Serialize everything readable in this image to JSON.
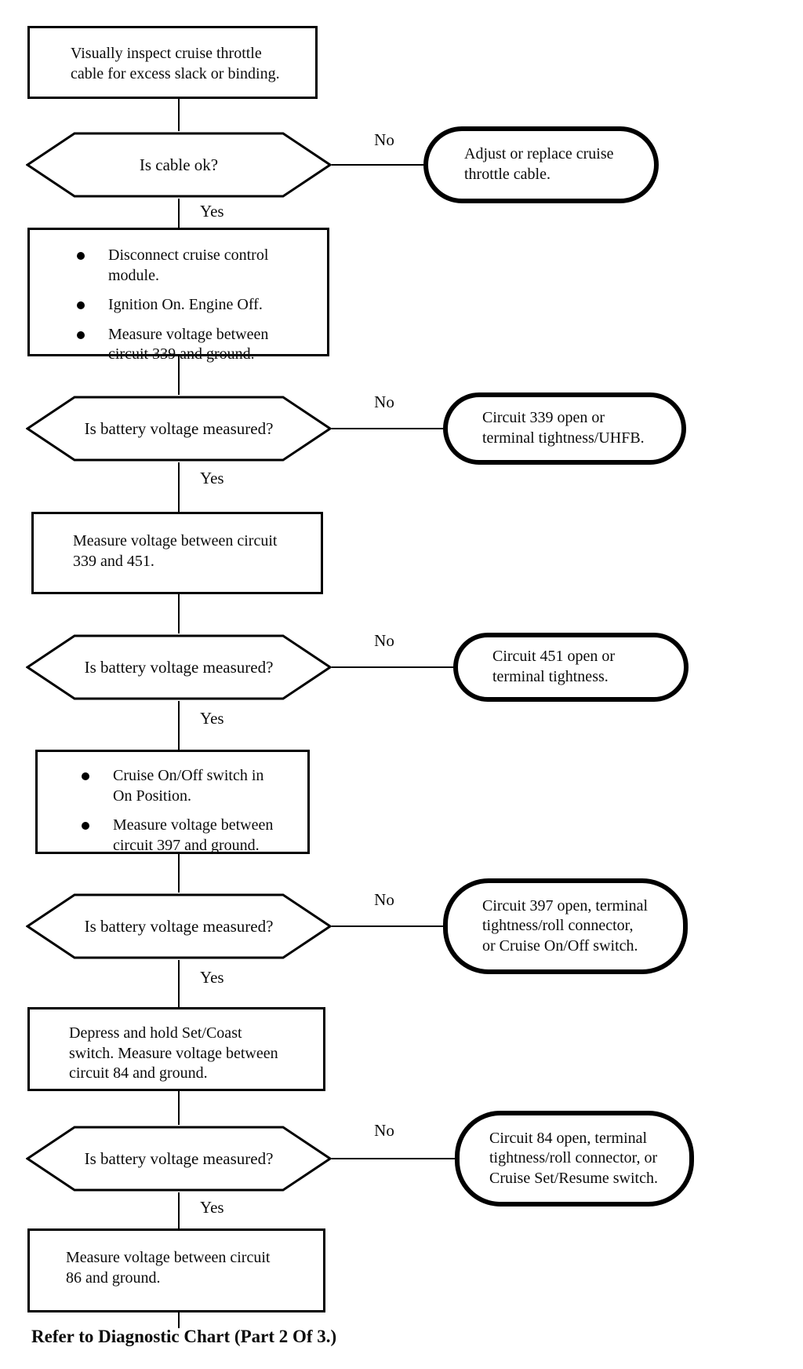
{
  "labels": {
    "yes": "Yes",
    "no": "No"
  },
  "caption": "Refer to Diagnostic Chart (Part 2 Of 3.)",
  "nodes": {
    "step1": {
      "type": "process",
      "text": "Visually inspect cruise throttle\ncable for excess slack or binding."
    },
    "decision1": {
      "type": "decision",
      "text": "Is cable ok?"
    },
    "action1": {
      "type": "terminal",
      "text": "Adjust or replace cruise\nthrottle cable."
    },
    "step2": {
      "type": "process-bullets",
      "items": [
        "Disconnect cruise control\nmodule.",
        "Ignition On. Engine Off.",
        "Measure voltage between\ncircuit 339 and ground."
      ]
    },
    "decision2": {
      "type": "decision",
      "text": "Is battery voltage measured?"
    },
    "action2": {
      "type": "terminal",
      "text": "Circuit 339 open or\nterminal tightness/UHFB."
    },
    "step3": {
      "type": "process",
      "text": "Measure voltage between circuit\n339 and 451."
    },
    "decision3": {
      "type": "decision",
      "text": "Is battery voltage measured?"
    },
    "action3": {
      "type": "terminal",
      "text": "Circuit 451 open or\nterminal tightness."
    },
    "step4": {
      "type": "process-bullets",
      "items": [
        "Cruise On/Off switch in\nOn Position.",
        "Measure voltage between\ncircuit 397 and ground."
      ]
    },
    "decision4": {
      "type": "decision",
      "text": "Is battery voltage measured?"
    },
    "action4": {
      "type": "terminal",
      "text": "Circuit 397 open, terminal\ntightness/roll connector,\nor Cruise On/Off switch."
    },
    "step5": {
      "type": "process",
      "text": "Depress and hold Set/Coast\nswitch. Measure voltage between\ncircuit 84 and ground."
    },
    "decision5": {
      "type": "decision",
      "text": "Is battery voltage measured?"
    },
    "action5": {
      "type": "terminal",
      "text": "Circuit 84 open, terminal\ntightness/roll connector, or\nCruise Set/Resume switch."
    },
    "step6": {
      "type": "process",
      "text": "Measure voltage between circuit\n86 and ground."
    }
  }
}
